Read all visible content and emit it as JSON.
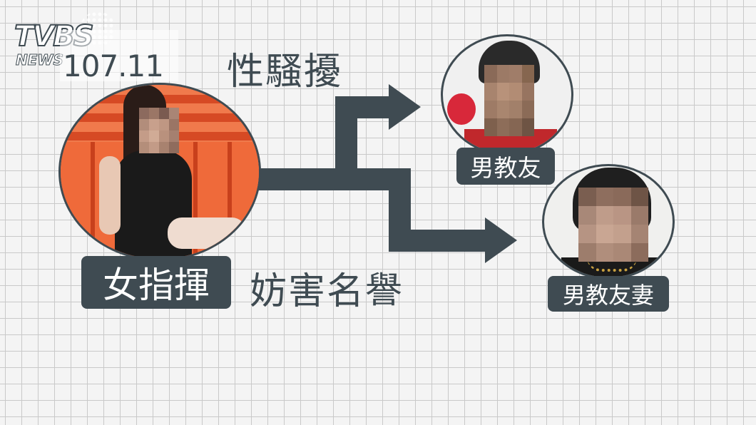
{
  "logo": {
    "brand": "TVBS",
    "sub": "NEWS"
  },
  "date_stamp": "107.11",
  "left_person": {
    "label": "女指揮"
  },
  "relations": {
    "upper": "性騷擾",
    "lower": "妨害名譽"
  },
  "right_top_person": {
    "label": "男教友"
  },
  "right_bottom_person": {
    "label": "男教友妻"
  },
  "colors": {
    "primary": "#3f4b52",
    "label_text": "#ffffff",
    "seat_red": "#e8562e",
    "grid_line": "#c9c9c9"
  }
}
